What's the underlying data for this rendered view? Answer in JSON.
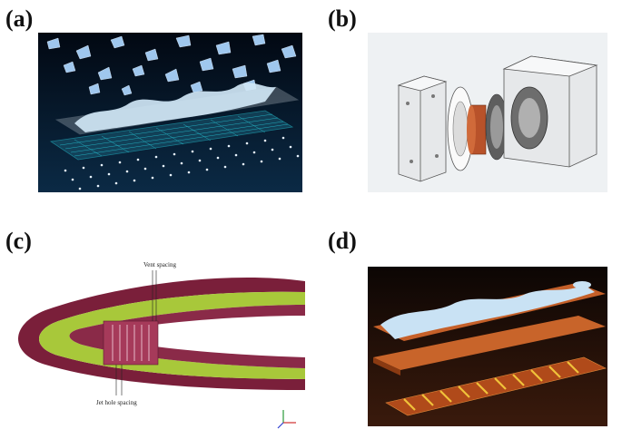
{
  "panels": {
    "a": {
      "label": "(a)"
    },
    "b": {
      "label": "(b)"
    },
    "c": {
      "label": "(c)",
      "annotations": {
        "vent": "Vent spacing",
        "jet": "Jet hole spacing"
      }
    },
    "d": {
      "label": "(d)"
    }
  },
  "colors": {
    "a_bg": "#071a2e",
    "ice": "#cfe6f5",
    "mesh": "#27c8d8",
    "b_bg": "#eef1f3",
    "c_maroon": "#7a1f3a",
    "c_green": "#a8c83a",
    "d_bg": "#1a0d08",
    "copper": "#c8642a",
    "heater": "#f0c23a"
  }
}
